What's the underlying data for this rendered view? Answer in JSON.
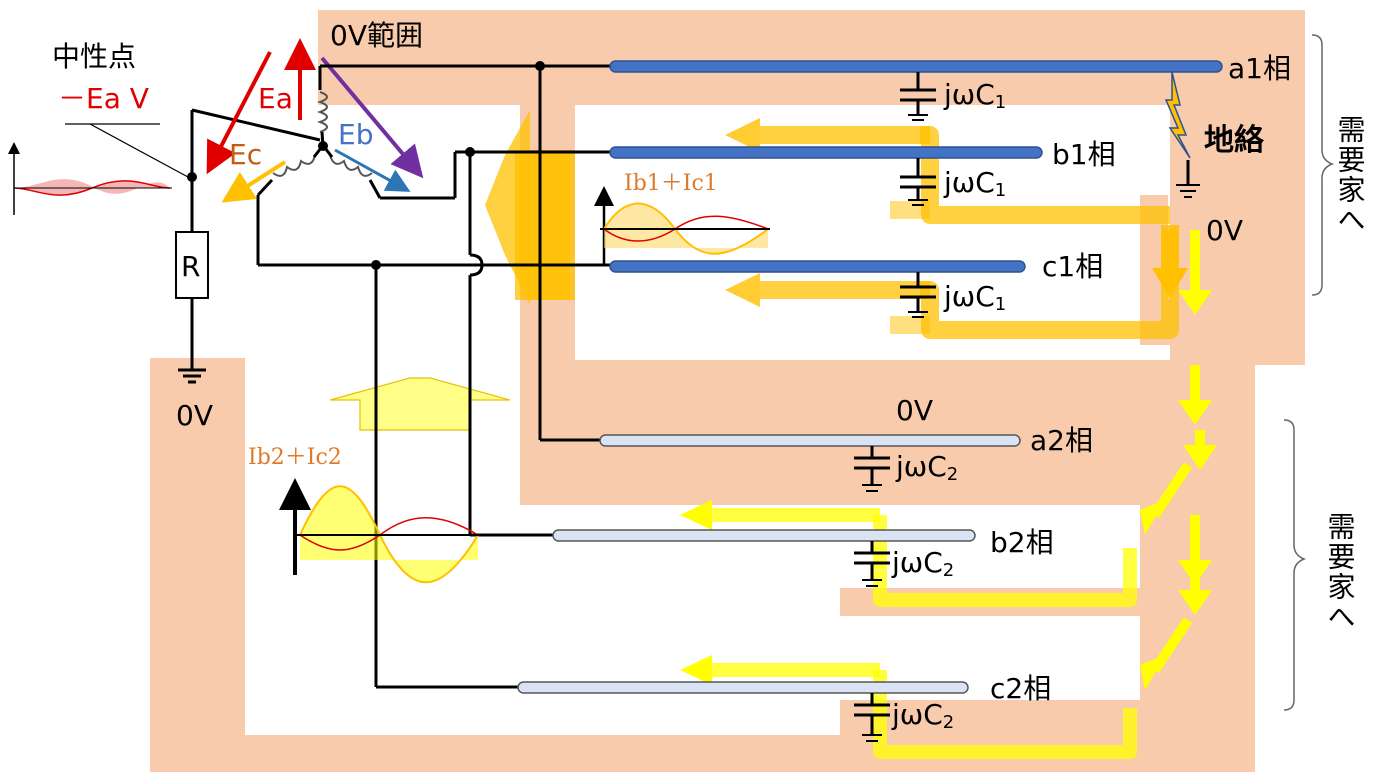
{
  "labels": {
    "neutral_point": "中性点",
    "neutral_voltage": "－Ea V",
    "zero_v_range": "0V範囲",
    "resistor": "R",
    "ground_left": "0V",
    "ground_fault_zero": "0V",
    "a2_zero": "0V",
    "ground_fault": "地絡",
    "to_consumer_1": "需要家へ",
    "to_consumer_2": "需要家へ",
    "current_1": "Ib1＋Ic1",
    "current_2": "Ib2＋Ic2"
  },
  "emf": {
    "ea": "Ea",
    "eb": "Eb",
    "ec": "Ec"
  },
  "phases": {
    "a1": "a1相",
    "b1": "b1相",
    "c1": "c1相",
    "a2": "a2相",
    "b2": "b2相",
    "c2": "c2相"
  },
  "capacitors": {
    "c1_a": "jωC",
    "c1_b": "jωC",
    "c1_c": "jωC",
    "c1_sub": "1",
    "c2_a": "jωC",
    "c2_b": "jωC",
    "c2_c": "jωC",
    "c2_sub": "2"
  },
  "colors": {
    "feeder1": "#4472c4",
    "feeder2": "#dae3f3",
    "zero_region": "#f8cbad",
    "flow_orange": "#ffc000",
    "flow_yellow": "#ffff00",
    "ea": "#e00000",
    "eb": "#4472c4",
    "ec": "#c55a11"
  }
}
